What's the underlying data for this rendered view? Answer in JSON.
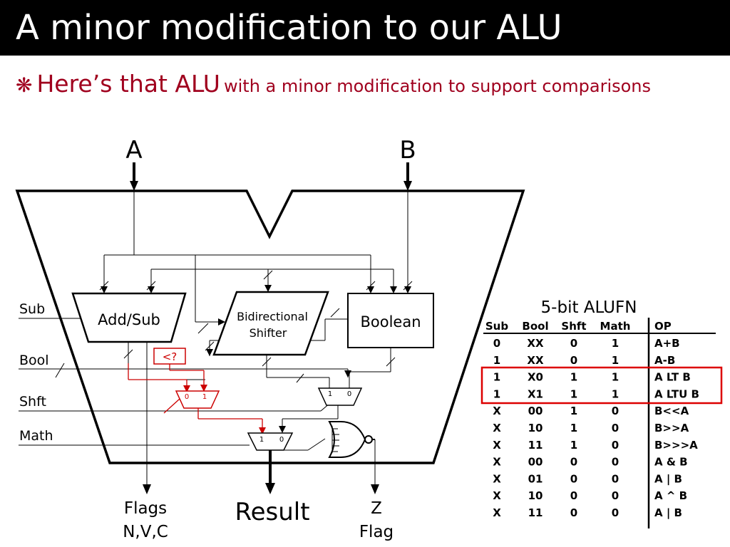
{
  "title": "A minor modification to our ALU",
  "subtitle": {
    "bullet": "❋",
    "main": "Here’s that ALU",
    "detail": "with a minor modification to support comparisons"
  },
  "inputs": {
    "a": "A",
    "b": "B"
  },
  "blocks": {
    "addsub": "Add/Sub",
    "shifter_line1": "Bidirectional",
    "shifter_line2": "Shifter",
    "boolean": "Boolean",
    "compare": "<?"
  },
  "controls": [
    "Sub",
    "Bool",
    "Shft",
    "Math"
  ],
  "mux_labels": {
    "one": "1",
    "zero": "0"
  },
  "outputs": {
    "flags_line1": "Flags",
    "flags_line2": "N,V,C",
    "result": "Result",
    "z_line1": "Z",
    "z_line2": "Flag"
  },
  "table": {
    "title": "5-bit ALUFN",
    "headers": [
      "Sub",
      "Bool",
      "Shft",
      "Math",
      "OP"
    ],
    "rows": [
      [
        "0",
        "XX",
        "0",
        "1",
        "A+B"
      ],
      [
        "1",
        "XX",
        "0",
        "1",
        "A-B"
      ],
      [
        "1",
        "X0",
        "1",
        "1",
        "A LT B"
      ],
      [
        "1",
        "X1",
        "1",
        "1",
        "A LTU B"
      ],
      [
        "X",
        "00",
        "1",
        "0",
        "B<<A"
      ],
      [
        "X",
        "10",
        "1",
        "0",
        "B>>A"
      ],
      [
        "X",
        "11",
        "1",
        "0",
        "B>>>A"
      ],
      [
        "X",
        "00",
        "0",
        "0",
        "A & B"
      ],
      [
        "X",
        "01",
        "0",
        "0",
        "A | B"
      ],
      [
        "X",
        "10",
        "0",
        "0",
        "A ^ B"
      ],
      [
        "X",
        "11",
        "0",
        "0",
        "A | B"
      ]
    ],
    "highlighted_rows": [
      2,
      3
    ]
  },
  "colors": {
    "accent": "#a0001e",
    "modification": "#cc0000",
    "wire": "#000000"
  }
}
